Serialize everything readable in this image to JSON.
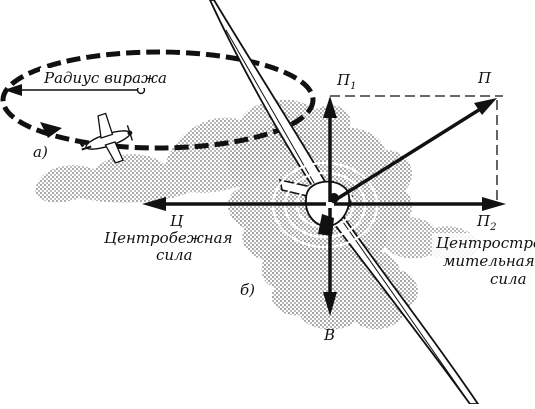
{
  "figure": {
    "part_a_label": "а)",
    "part_b_label": "б)",
    "turn_radius_label": "Радиус виража",
    "force_labels": {
      "lift_vertical": "П",
      "lift_vertical_sub": "1",
      "lift_total": "П",
      "lift_horizontal": "П",
      "lift_horizontal_sub": "2",
      "centrifugal": "Ц",
      "weight": "В"
    },
    "centrifugal_caption": [
      "Центробежная",
      "сила"
    ],
    "centripetal_caption": [
      "Центростре-",
      "мительная",
      "сила"
    ]
  },
  "colors": {
    "ink": "#111111",
    "cloud": "#9a9a9a",
    "background": "#ffffff"
  }
}
